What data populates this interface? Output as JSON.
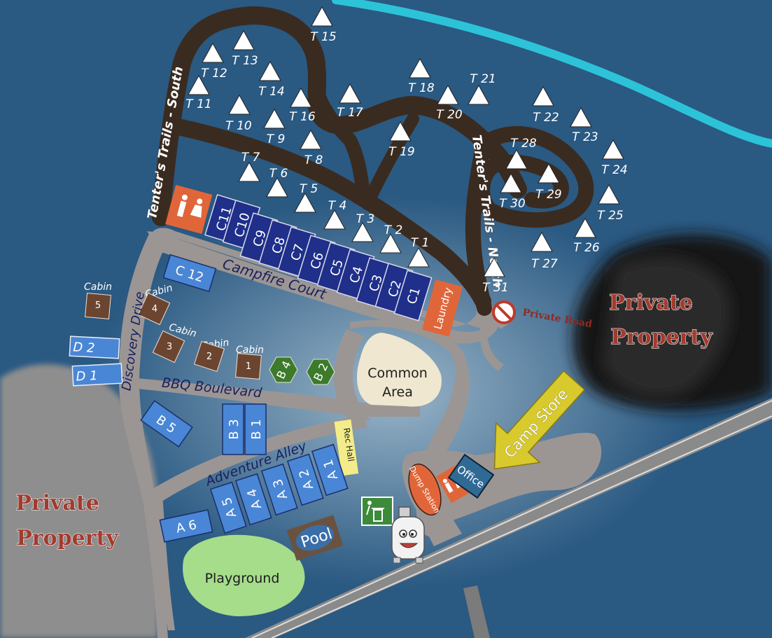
{
  "trails": {
    "south": "Tenter's Trails - South",
    "north": "Tenter's Trails - North"
  },
  "roads": {
    "campfire_court": "Campfire Court",
    "discovery_drive": "Discovery Drive",
    "bbq_boulevard": "BBQ Boulevard",
    "adventure_alley": "Adventure Alley",
    "private_road": "Private Road"
  },
  "tents": [
    "T 1",
    "T 2",
    "T 3",
    "T 4",
    "T 5",
    "T 6",
    "T 7",
    "T 8",
    "T 9",
    "T 10",
    "T 11",
    "T 12",
    "T 13",
    "T 14",
    "T 15",
    "T 16",
    "T 17",
    "T 18",
    "T 19",
    "T 20",
    "T 21",
    "T 22",
    "T 23",
    "T 24",
    "T 25",
    "T 26",
    "T 27",
    "T 28",
    "T 29",
    "T 30",
    "T 31"
  ],
  "c_sites": [
    "C11",
    "C10",
    "C9",
    "C8",
    "C7",
    "C6",
    "C5",
    "C4",
    "C3",
    "C2",
    "C1"
  ],
  "c12": "C 12",
  "cabins": {
    "caption": "Cabin",
    "numbers": [
      "5",
      "4",
      "3",
      "2",
      "1"
    ]
  },
  "d_sites": [
    "D 2",
    "D 1"
  ],
  "b_sites": {
    "b4": "B 4",
    "b2": "B 2",
    "b5": "B 5",
    "b3": "B 3",
    "b1": "B 1"
  },
  "a_sites": [
    "A 1",
    "A 2",
    "A 3",
    "A 4",
    "A 5",
    "A 6"
  ],
  "facilities": {
    "laundry": "Laundry",
    "common_area_line1": "Common",
    "common_area_line2": "Area",
    "rec_hall_line1": "Rec",
    "rec_hall_line2": "Hall",
    "dump_station": "Dump Station",
    "office": "Office",
    "camp_store": "Camp Store",
    "pool": "Pool",
    "playground": "Playground"
  },
  "private_property": {
    "line1": "Private",
    "line2": "Property"
  },
  "colors": {
    "water": "#2f5f86",
    "stream": "#2cc3d8",
    "trail": "#3a2b20",
    "gravel": "#9b9694",
    "site_blue": "#4a86d6",
    "site_navy": "#1f2f8a",
    "cabin_brown": "#6b4530",
    "hex_green": "#3d7a2c",
    "orange": "#e0663a",
    "playground": "#a5dd8a",
    "common_area": "#efe7cf",
    "arrow_yellow": "#d8ca2c",
    "private_red": "#a33a2e"
  }
}
